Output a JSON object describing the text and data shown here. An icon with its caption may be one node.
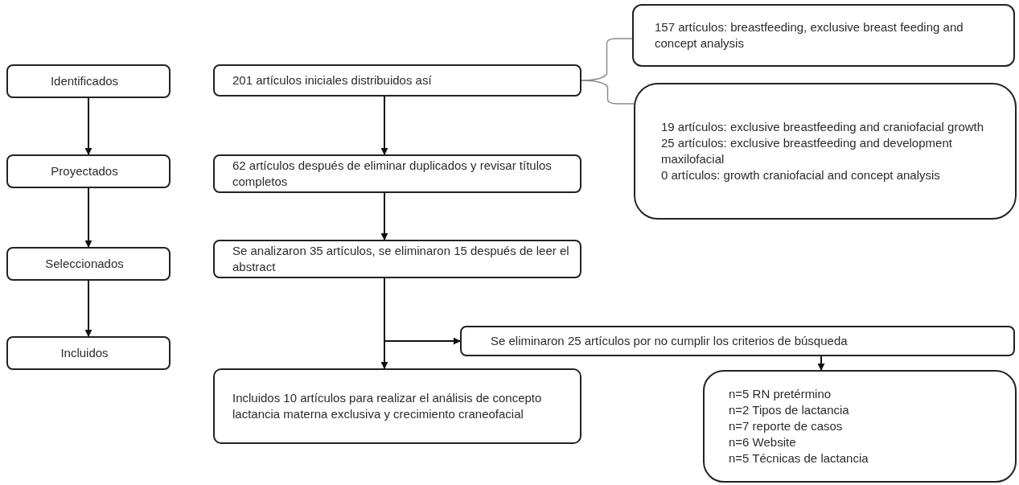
{
  "diagram": {
    "nodes": [
      {
        "text": [
          "Identificados"
        ]
      },
      {
        "text": [
          "Proyectados"
        ]
      },
      {
        "text": [
          "Seleccionados"
        ]
      },
      {
        "text": [
          "Incluidos"
        ]
      },
      {
        "text": [
          "201 artículos iniciales distribuidos así"
        ]
      },
      {
        "text": [
          "157 artículos: breastfeeding, exclusive breast feeding and concept analysis"
        ]
      },
      {
        "text": [
          "19 artículos: exclusive breastfeeding and craniofacial growth",
          "25 artículos: exclusive breastfeeding and development maxilofacial",
          "0 artículos: growth craniofacial and concept analysis"
        ]
      },
      {
        "text": [
          "62 artículos después de eliminar duplicados y revisar títulos completos"
        ]
      },
      {
        "text": [
          "Se analizaron 35 artículos, se eliminaron 15 después de leer el abstract"
        ]
      },
      {
        "text": [
          "Se eliminaron 25 artículos por no cumplir los criterios de búsqueda"
        ]
      },
      {
        "text": [
          "Incluidos 10 artículos para realizar el análisis de concepto lactancia materna exclusiva y crecimiento craneofacial"
        ]
      },
      {
        "text": [
          "n=5 RN pretérmino",
          "n=2 Tipos de lactancia",
          "n=7 reporte de casos",
          "n=6 Website",
          "n=5 Técnicas de lactancia"
        ]
      }
    ],
    "edges": [
      {
        "from": 0,
        "to": 1,
        "arrow": "to"
      },
      {
        "from": 1,
        "to": 2,
        "arrow": "to"
      },
      {
        "from": 2,
        "to": 3,
        "arrow": "to"
      },
      {
        "from": 4,
        "to": 5,
        "arrow": "none",
        "color": "#8c8c8c"
      },
      {
        "from": 4,
        "to": 6,
        "arrow": "none",
        "color": "#8c8c8c"
      },
      {
        "from": 4,
        "to": 7,
        "arrow": "to"
      },
      {
        "from": 7,
        "to": 8,
        "arrow": "to"
      },
      {
        "from": 8,
        "to": 10,
        "arrow": "to"
      },
      {
        "from": 8,
        "to": 9,
        "arrow": "to"
      },
      {
        "from": 9,
        "to": 11,
        "arrow": "to"
      }
    ]
  }
}
